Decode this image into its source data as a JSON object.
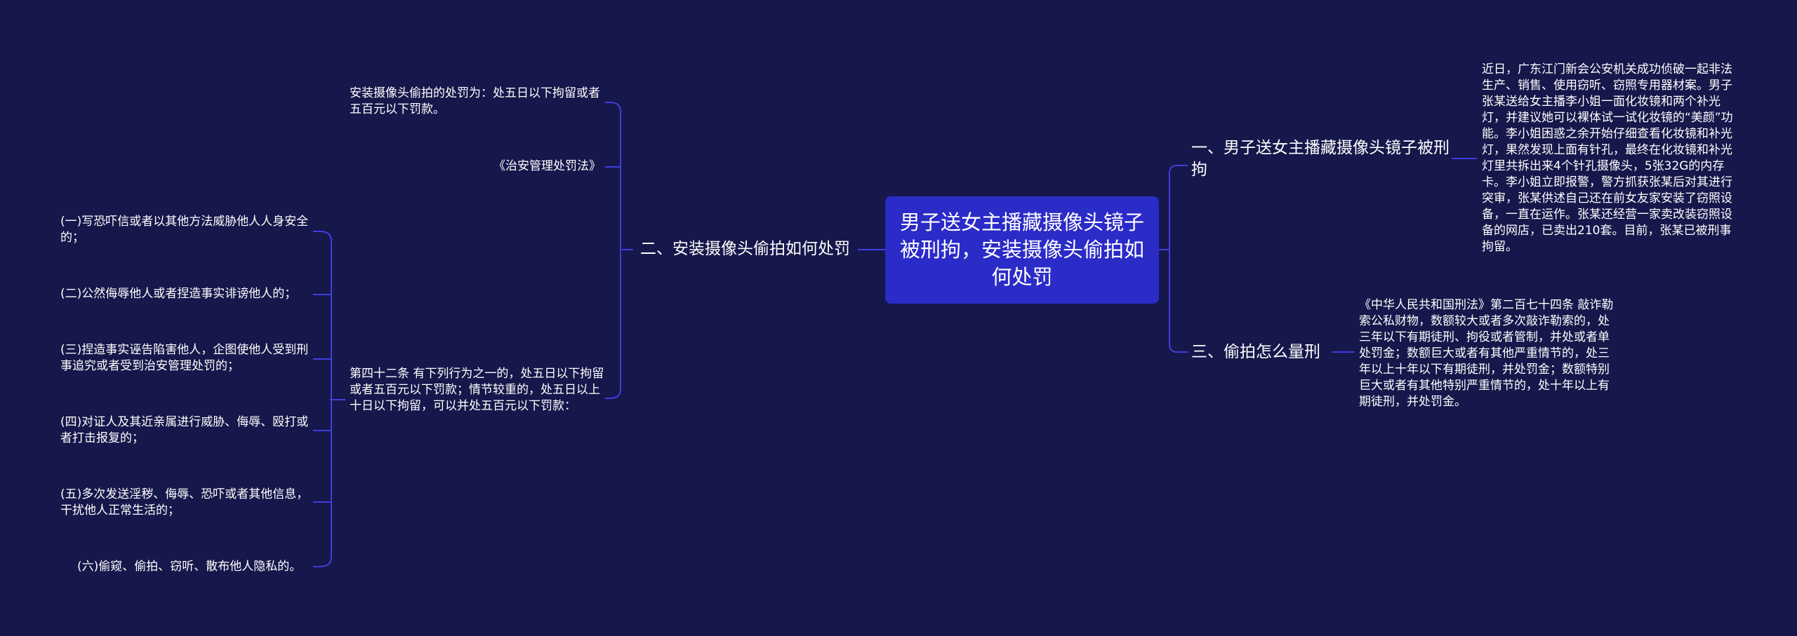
{
  "root": {
    "title": "男子送女主播藏摄像头镜子被刑拘，安装摄像头偷拍如何处罚"
  },
  "branches": {
    "b1": {
      "label": "一、男子送女主播藏摄像头镜子被刑拘",
      "detail": "近日，广东江门新会公安机关成功侦破一起非法生产、销售、使用窃听、窃照专用器材案。男子张某送给女主播李小姐一面化妆镜和两个补光灯，并建议她可以裸体试一试化妆镜的“美颜”功能。李小姐困惑之余开始仔细查看化妆镜和补光灯，果然发现上面有针孔，最终在化妆镜和补光灯里共拆出来4个针孔摄像头，5张32G的内存卡。李小姐立即报警，警方抓获张某后对其进行突审，张某供述自己还在前女友家安装了窃照设备，一直在运作。张某还经营一家卖改装窃照设备的网店，已卖出210套。目前，张某已被刑事拘留。"
    },
    "b2": {
      "label": "二、安装摄像头偷拍如何处罚",
      "c1": "安装摄像头偷拍的处罚为：处五日以下拘留或者五百元以下罚款。",
      "c2": "《治安管理处罚法》",
      "c3": "第四十二条 有下列行为之一的，处五日以下拘留或者五百元以下罚款；情节较重的，处五日以上十日以下拘留，可以并处五百元以下罚款：",
      "items": [
        "(一)写恐吓信或者以其他方法威胁他人人身安全的；",
        " (二)公然侮辱他人或者捏造事实诽谤他人的；",
        "(三)捏造事实诬告陷害他人，企图使他人受到刑事追究或者受到治安管理处罚的；",
        "(四)对证人及其近亲属进行威胁、侮辱、殴打或者打击报复的；",
        "(五)多次发送淫秽、侮辱、恐吓或者其他信息，干扰他人正常生活的；",
        "(六)偷窥、偷拍、窃听、散布他人隐私的。"
      ]
    },
    "b3": {
      "label": "三、偷拍怎么量刑",
      "detail": "《中华人民共和国刑法》第二百七十四条 敲诈勒索公私财物，数额较大或者多次敲诈勒索的，处三年以下有期徒刑、拘役或者管制，并处或者单处罚金；数额巨大或者有其他严重情节的，处三年以上十年以下有期徒刑，并处罚金；数额特别巨大或者有其他特别严重情节的，处十年以上有期徒刑，并处罚金。"
    }
  },
  "colors": {
    "background": "#16174a",
    "root": "#2b2bc8",
    "line": "#3f3fe0"
  }
}
